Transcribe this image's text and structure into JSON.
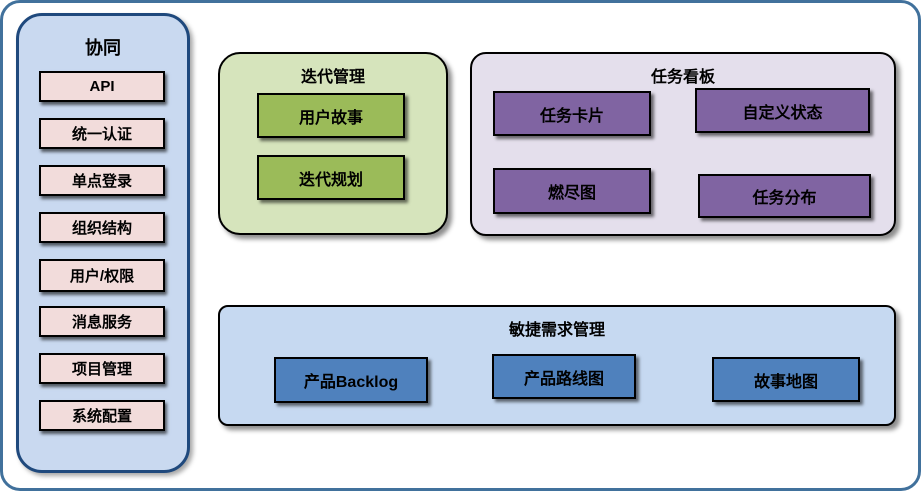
{
  "diagram": {
    "sidebar": {
      "title": "协同",
      "items": [
        {
          "label": "API"
        },
        {
          "label": "统一认证"
        },
        {
          "label": "单点登录"
        },
        {
          "label": "组织结构"
        },
        {
          "label": "用户/权限"
        },
        {
          "label": "消息服务"
        },
        {
          "label": "项目管理"
        },
        {
          "label": "系统配置"
        }
      ]
    },
    "panels": [
      {
        "title": "迭代管理",
        "items": [
          "用户故事",
          "迭代规划"
        ]
      },
      {
        "title": "任务看板",
        "items": [
          "任务卡片",
          "自定义状态",
          "燃尽图",
          "任务分布"
        ]
      },
      {
        "title": "敏捷需求管理",
        "items": [
          "产品Backlog",
          "产品路线图",
          "故事地图"
        ]
      }
    ],
    "colors": {
      "outer_border": "#41719C",
      "sidebar_fill": "#C9D9F0",
      "sidebar_border": "#1F497D",
      "sidebar_item_fill": "#F2DCDB",
      "iteration_panel_fill": "#D6E4BC",
      "iteration_item_fill": "#9BBB59",
      "kanban_panel_fill": "#E4DFEC",
      "kanban_item_fill": "#8064A2",
      "agile_panel_fill": "#C6D9F1",
      "agile_item_fill": "#4F81BD",
      "box_border": "#000000",
      "text": "#000000"
    }
  }
}
